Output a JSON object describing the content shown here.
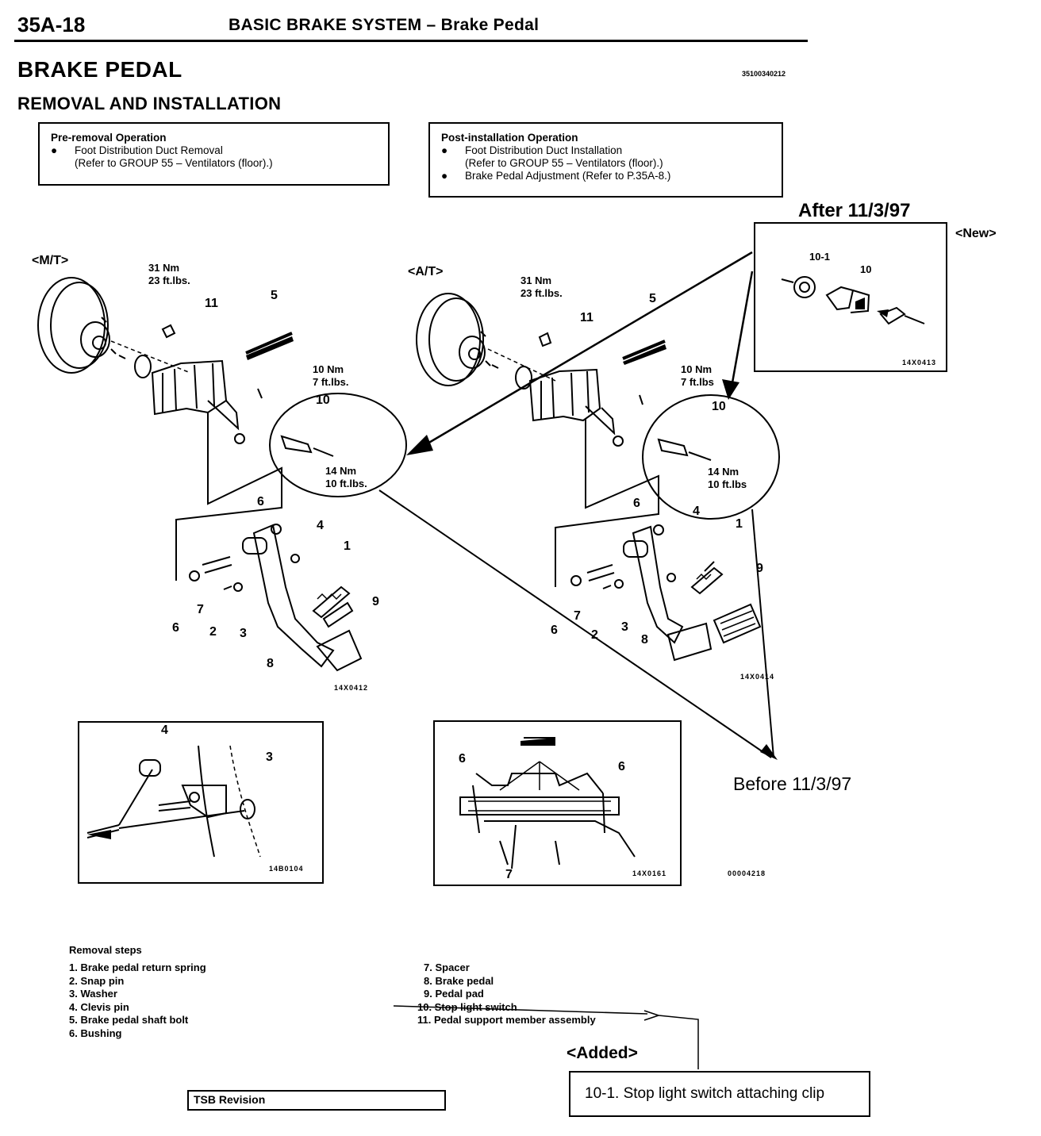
{
  "header": {
    "page_number": "35A-18",
    "section": "BASIC BRAKE SYSTEM – Brake Pedal"
  },
  "title": "BRAKE PEDAL",
  "doc_code": "35100340212",
  "subtitle": "REMOVAL AND INSTALLATION",
  "pre_removal": {
    "heading": "Pre-removal Operation",
    "item1": "Foot Distribution Duct Removal",
    "item1_sub": "(Refer to GROUP 55 – Ventilators (floor).)"
  },
  "post_installation": {
    "heading": "Post-installation Operation",
    "item1": "Foot Distribution Duct Installation",
    "item1_sub": "(Refer to GROUP 55 – Ventilators (floor).)",
    "item2": "Brake Pedal Adjustment (Refer to P.35A-8.)"
  },
  "bullet": "●",
  "diagram_mt": {
    "label": "<M/T>",
    "torque1": "31 Nm",
    "torque1b": "23 ft.lbs.",
    "torque2": "10 Nm",
    "torque2b": "7 ft.lbs.",
    "torque3": "14 Nm",
    "torque3b": "10 ft.lbs.",
    "code": "14X0412",
    "callouts": [
      "11",
      "5",
      "10",
      "6",
      "4",
      "1",
      "7",
      "9",
      "6",
      "2",
      "3",
      "8"
    ]
  },
  "diagram_at": {
    "label": "<A/T>",
    "torque1": "31 Nm",
    "torque1b": "23 ft.lbs.",
    "torque2": "10 Nm",
    "torque2b": "7 ft.lbs",
    "torque3": "14 Nm",
    "torque3b": "10 ft.lbs",
    "code": "14X0414",
    "callouts": [
      "11",
      "5",
      "10",
      "6",
      "4",
      "1",
      "9",
      "7",
      "6",
      "2",
      "3",
      "8"
    ]
  },
  "new_inset": {
    "after_label": "After 11/3/97",
    "new_label": "<New>",
    "callout_a": "10-1",
    "callout_b": "10",
    "code": "14X0413"
  },
  "before_label": "Before 11/3/97",
  "detail1": {
    "callout_a": "4",
    "callout_b": "3",
    "code": "14B0104"
  },
  "detail2": {
    "callout_a": "6",
    "callout_b": "6",
    "callout_c": "7",
    "code": "14X0161"
  },
  "figure_code": "00004218",
  "removal_steps": {
    "heading": "Removal steps",
    "left": [
      "1. Brake pedal return spring",
      "2. Snap pin",
      "3. Washer",
      "4. Clevis pin",
      "5. Brake pedal shaft bolt",
      "6. Bushing"
    ],
    "right": [
      "7. Spacer",
      "8. Brake pedal",
      "9. Pedal pad",
      "10. Stop light switch",
      "11. Pedal support member assembly"
    ]
  },
  "added": {
    "label": "<Added>",
    "text": "10-1. Stop light switch attaching clip"
  },
  "tsb": "TSB Revision"
}
